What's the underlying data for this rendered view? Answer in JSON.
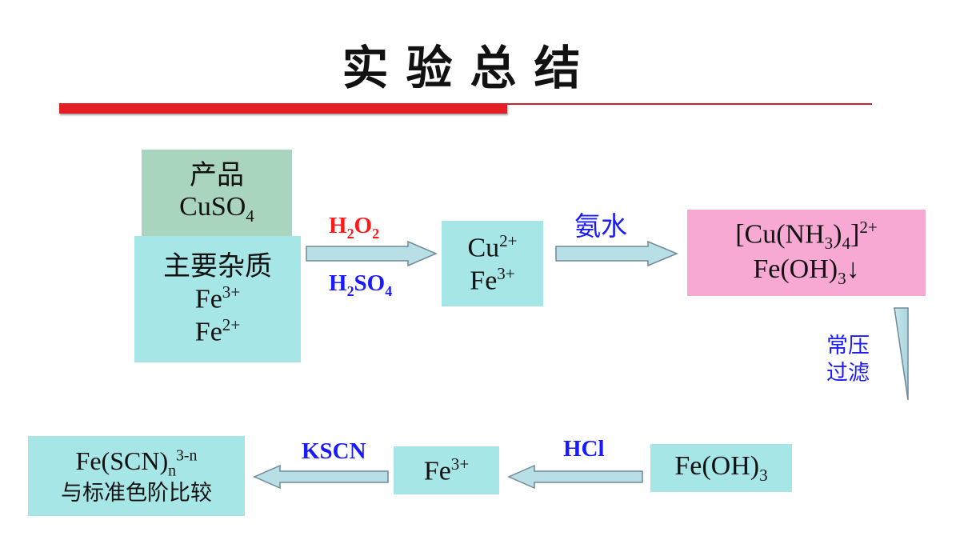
{
  "title": "实验总结",
  "product_box": {
    "line1": "产品",
    "line2_main": "CuSO",
    "line2_sub": "4"
  },
  "impurity_box": {
    "heading": "主要杂质",
    "ion1_main": "Fe",
    "ion1_sup": "3+",
    "ion2_main": "Fe",
    "ion2_sup": "2+"
  },
  "step1": {
    "reagent_top": {
      "a": "H",
      "a_sub": "2",
      "b": "O",
      "b_sub": "2"
    },
    "reagent_bottom": {
      "a": "H",
      "a_sub": "2",
      "b": "SO",
      "b_sub": "4"
    }
  },
  "mid_box": {
    "ion1_main": "Cu",
    "ion1_sup": "2+",
    "ion2_main": "Fe",
    "ion2_sup": "3+"
  },
  "step2": {
    "reagent": "氨水"
  },
  "complex_box": {
    "l1_a": "[Cu(NH",
    "l1_sub1": "3",
    "l1_b": ")",
    "l1_sub2": "4",
    "l1_c": "]",
    "l1_sup": "2+",
    "l2_a": "Fe(OH)",
    "l2_sub": "3",
    "l2_arrow": "↓"
  },
  "step3": {
    "line1": "常压",
    "line2": "过滤"
  },
  "hydroxide_box": {
    "main": "Fe(OH)",
    "sub": "3"
  },
  "step4": {
    "reagent": "HCl"
  },
  "fe3_box": {
    "main": "Fe",
    "sup": "3+"
  },
  "step5": {
    "reagent": "KSCN"
  },
  "final_box": {
    "main": "Fe(SCN)",
    "sub": "n",
    "sup": "3-n",
    "line2": "与标准色阶比较"
  },
  "colors": {
    "cyan_box": "#a7e6e6",
    "green_box": "#a9d5be",
    "pink_box": "#f7a9d3",
    "arrow_fill": "#b9dfe6",
    "reagent_blue": "#1a1aff",
    "reagent_red": "#ff1a1a",
    "title_rule": "#e31e24"
  }
}
